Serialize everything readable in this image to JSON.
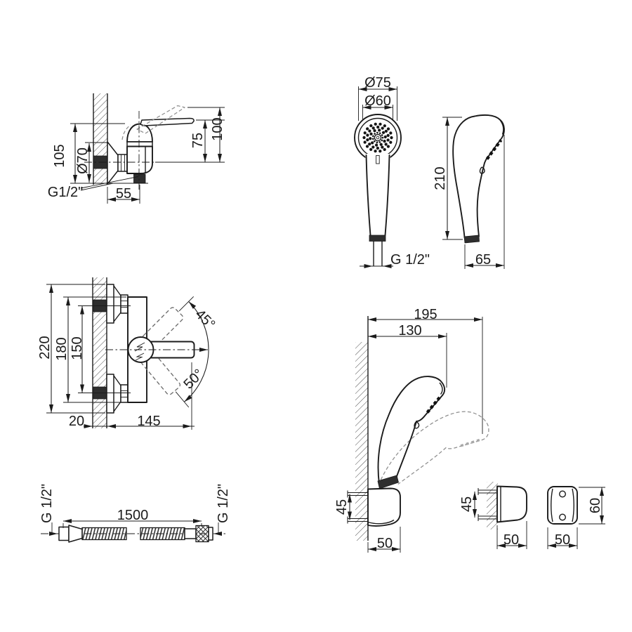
{
  "colors": {
    "background": "#ffffff",
    "line": "#1b1b1b",
    "ghost": "#8e8e8e",
    "dark_fill": "#2e2e2e"
  },
  "panels": {
    "mixer_side": {
      "d105": "105",
      "d70": "Ø70",
      "d75": "75",
      "d100": "100",
      "d55": "55",
      "thread": "G1/2\""
    },
    "hand_shower": {
      "d75": "Ø75",
      "d60": "Ø60",
      "d210": "210",
      "d65": "65",
      "thread": "G 1/2\""
    },
    "mixer_front": {
      "d220": "220",
      "d180": "180",
      "d150": "150",
      "a45": "45°",
      "a50": "50°",
      "d20": "20",
      "d145": "145"
    },
    "hose": {
      "d1500": "1500",
      "thread_left": "G 1/2\"",
      "thread_right": "G 1/2\""
    },
    "wall_holder": {
      "d195": "195",
      "d130": "130",
      "d45": "45",
      "d50": "50"
    },
    "bracket_side": {
      "d45": "45",
      "d50": "50"
    },
    "bracket_front": {
      "d60": "60",
      "d50": "50"
    }
  }
}
